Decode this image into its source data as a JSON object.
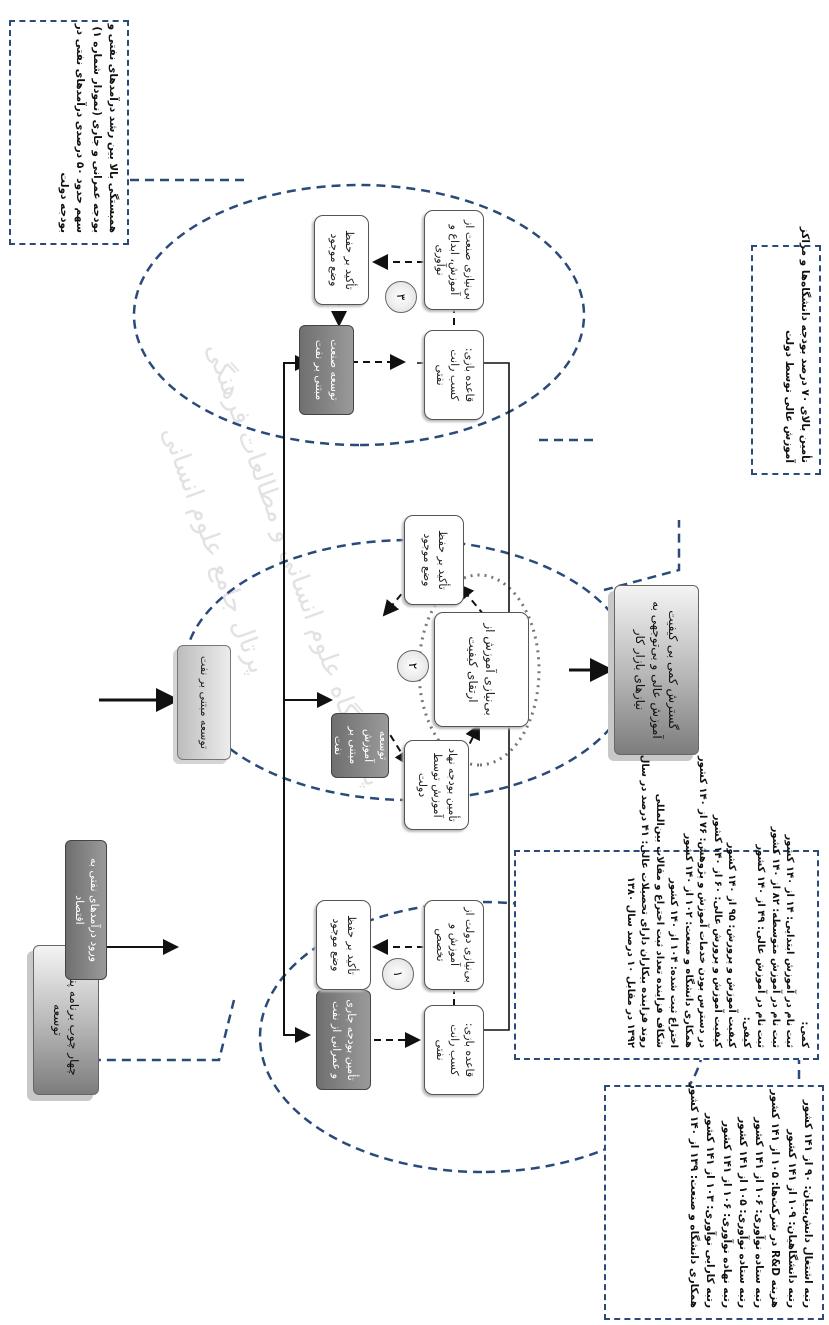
{
  "boxes": {
    "fifth_plan": "چهار چوب برنامه پنجم توسعه",
    "oil_revenue_entry": "ورود درآمدهای نفتی به اقتصاد",
    "oil_based_dev": "توسعه مبتنی بر نفت",
    "c1_budget": "تأمین بودجه جاری و عمرانی از نفت",
    "c1_rule": "قاعده بازی: کسب رانت نفتی",
    "c1_need": "بی‌نیازی دولت از آموزش و تخصص",
    "c1_status_quo": "تأکید بر حفظ وضع موجود",
    "c2_center": "توسعه آموزش مبتنی بر نفت",
    "c2_funding": "تأمین بودجه نهاد آموزش توسط دولت",
    "c2_status_quo": "تأکید بر حفظ وضع موجود",
    "c2_no_upgrade": "بی‌نیازی آموزش از ارتقای کیفیت",
    "c3_industry": "توسعه صنعت مبتنی بر نفت",
    "c3_rule": "قاعده بازی: کسب رانت نفتی",
    "c3_need": "بی‌نیازی صنعت از آموزش، ابداع و نوآوری",
    "c3_status_quo": "تأکید بر حفظ وضع موجود",
    "outcome": "گسترش کمی بی کیفیت آموزش عالی و بی‌توجهی به نیازهای بازار کار"
  },
  "circle_numbers": [
    "۱",
    "۲",
    "۳"
  ],
  "notes": {
    "top_left": [
      "رتبه اشتغال دانش‌بنیان: ۹۰ از ۱۴۱ کشور",
      "رتبه دانشگاهیان: ۱۰۹ از ۱۴۱ کشور",
      "هزینه R&D در شرکت‌ها: ۱۰۵ از ۱۴۱ کشور",
      "رتبه ستاده نوآوری: ۱۰۶ از ۱۴۱ کشور",
      "رتبه ستاده نوآوری: ۱۰۵ از ۱۴۱ کشور",
      "رتبه نهاده نوآوری: ۱۰۶ از ۱۴۱ کشور",
      "رتبه کارایی نوآوری: ۱۰۳ از ۱۴۱ کشور",
      "همکاری دانشگاه و صنعت: ۱۳۹ از ۱۴۰ کشور"
    ],
    "top_right": [
      "کمی:",
      "ثبت نام در آموزش ابتدایی: ۱۴ از ۱۴۰ کشور",
      "ثبت نام در آموزش متوسطه: ۸۲ از ۱۴۰ کشور",
      "ثبت نام در آموزش عالی: ۴۹ از ۱۴۰ کشور",
      "کیفی:",
      "کیفیت آموزش و پرورش: ۹۵ از ۱۴۰ کشور",
      "کیفیت آموزش و پرورش عالی: ۶۰ از ۱۴۰ کشور",
      "در دسترس بودن خدمات آموزش و پژوهش: ۷۶ از ۱۴۰ کشور",
      "همکاری دانشگاه و صنعت: ۱۰۲ از ۱۴۰ کشور",
      "اختراع ثبت شده: ۱۰۴ از ۱۴۰ کشور",
      "شکاف فزاینده تعداد ثبت اختراع و مقالات بین‌المللی",
      "روند فزاینده بیکاران دارای تحصیلات عالی: ۴۱ درصد در سال",
      "۱۳۹۲ در مقابل ۱۰ درصد سال ۱۳۸۰"
    ],
    "bottom_left": [
      "همبستگی بالا بین رشد درآمدهای نفتی و",
      "بودجه عمرانی و جاری (نمودار شماره ۱)",
      "سهم حدود ۵۰ درصدی درآمدهای نفتی در",
      "بودجه دولت"
    ],
    "bottom_right": [
      "تأمین بالای ۷۰ درصد بودجه دانشگاه‌ها و مراکز",
      "آموزش عالی توسط دولت"
    ]
  },
  "watermark": {
    "line1": "پژوهشگاه علوم انسانی و مطالعات فرهنگی",
    "line2": "پرتال جامع علوم انسانی"
  },
  "colors": {
    "dashed_blue": "#2a4a7a",
    "arrow": "#111111"
  }
}
